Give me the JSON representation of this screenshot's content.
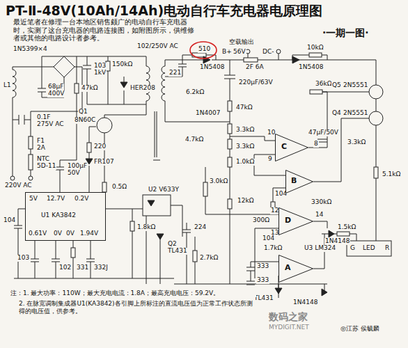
{
  "diagram": {
    "title": "PT-Ⅱ-48V(10Ah/14Ah)电动自行车充电器电原理图",
    "nodes": [
      {
        "text": [
          "5V",
          "12.7V",
          "0.2V",
          "U1 KA3842",
          "0.61V",
          "0V",
          "0V",
          "1.94V"
        ]
      },
      {
        "text": [
          "C"
        ]
      },
      {
        "text": [
          "B"
        ]
      },
      {
        "text": [
          "D"
        ]
      },
      {
        "text": [
          "A"
        ]
      }
    ],
    "labels": [
      "最近笔者在修理一台本地区销售颇广的电动自行车充电器时，实测了这台充电器的电路连接图，如附图所示，供维修者或其他的电路设计者参考。",
      "102/250V AC",
      "510",
      "空载输出",
      "B+",
      "56V",
      "DC-",
      "10kΩ",
      "1N5399×4",
      "150kΩ",
      "47kΩ",
      "103",
      "1kV",
      "221",
      "1N5408",
      "2F 6A",
      "1N5408",
      "220μF/63V",
      "36kΩ",
      "Q5",
      "2N5551",
      "L1",
      "68μF",
      "400V",
      "HER208",
      "6.2kΩ",
      "1N4007",
      "47kΩ",
      "47μF/50V",
      "Q4",
      "2N5551",
      "Q1",
      "8N60C",
      "220",
      "FR107",
      "4.7kΩ",
      "3.3kΩ",
      "3.3kΩ",
      "1.0kΩ",
      "10",
      "9",
      "8",
      "3.3kΩ",
      "0.1F",
      "275V AC",
      "F1",
      "2A",
      "NTC",
      "5D-11",
      "220V AC",
      "100μF",
      "50V",
      "0.5Ω",
      "U2 V633Y",
      "3.0kΩ",
      "12kΩ",
      "104",
      "5.1kΩ",
      "330kΩ",
      "300Ω",
      "12",
      "13",
      "14",
      "104",
      "1.5kΩ",
      "1N4148",
      "G",
      "LED",
      "R",
      "1.7kΩ",
      "U3 LM324",
      "333",
      "333",
      "TL431",
      "1N4148",
      "224",
      "Q2",
      "TL431",
      "2.7kΩ",
      "1.8kΩ",
      "104",
      "103",
      "102",
      "331",
      "332J",
      "注：1. 最大功率：110W；最大充电电流：1.8A；最高充电电压：59.2V。",
      "2. 在脉宽调制集成器U1(KA3842)各引脚上所标注的直流电压值为正常工作状态所测得的电压值，供参考。",
      "◎江苏 侯毓麟",
      "数码之家",
      "MYDIGIT.NET",
      "·一期一图·"
    ]
  }
}
